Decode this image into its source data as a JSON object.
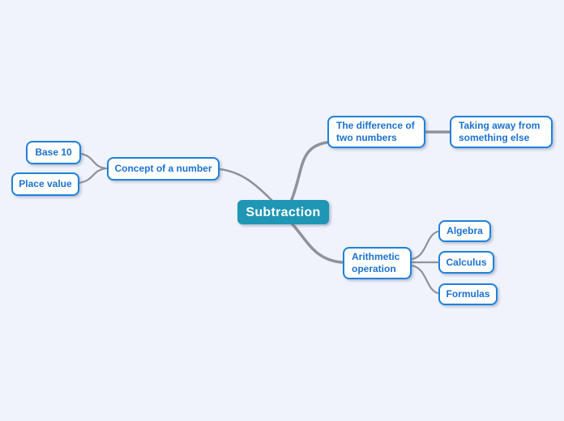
{
  "colors": {
    "bg": "#f0f3fc",
    "node_border": "#1f82da",
    "node_text": "#1a72d0",
    "node_fill": "#ffffff",
    "root_fill": "#1e96b4",
    "root_text": "#ffffff",
    "connector": "#8f9297"
  },
  "mindmap": {
    "root": {
      "label": "Subtraction"
    },
    "branches": [
      {
        "label": "Concept of a number",
        "children": [
          {
            "label": "Base 10"
          },
          {
            "label": "Place value"
          }
        ]
      },
      {
        "label": "The difference of\ntwo numbers",
        "children": [
          {
            "label": "Taking away from\nsomething else"
          }
        ]
      },
      {
        "label": "Arithmetic\noperation",
        "children": [
          {
            "label": "Algebra"
          },
          {
            "label": "Calculus"
          },
          {
            "label": "Formulas"
          }
        ]
      }
    ]
  }
}
